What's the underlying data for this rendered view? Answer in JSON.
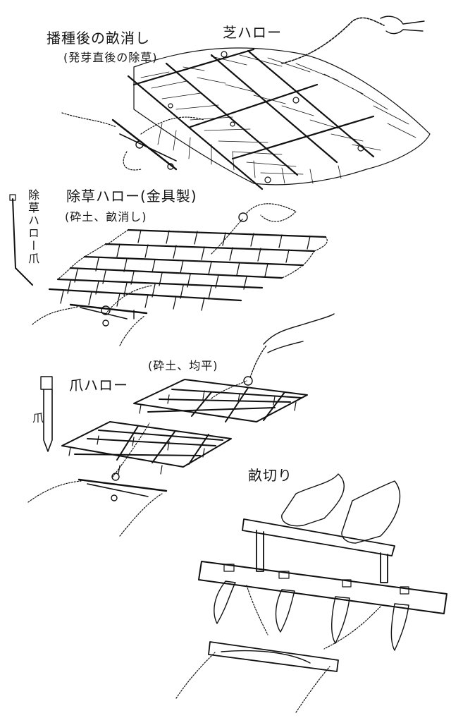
{
  "labels": {
    "title1": "播種後の畝消し",
    "title1_sub": "(発芽直後の除草)",
    "shiba": "芝ハロー",
    "josou": "除草ハロー(金具製)",
    "josou_sub": "(砕土、畝消し)",
    "josou_tsume": "除草ハロー爪",
    "tsume_harrow": "爪ハロー",
    "tsume_sub": "(砕土、均平)",
    "tsume": "爪",
    "unekiri": "畝切り"
  }
}
